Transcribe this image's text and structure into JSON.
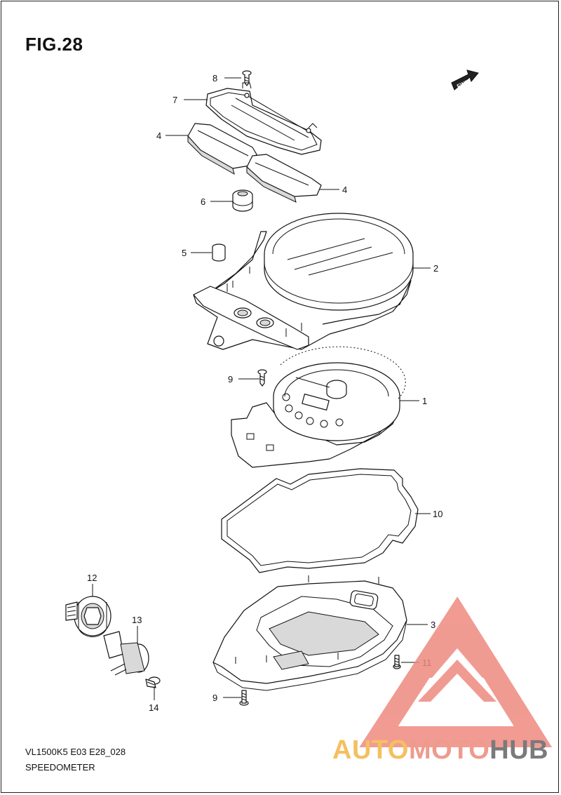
{
  "figure": {
    "title": "FIG.28"
  },
  "footer": {
    "model_code": "VL1500K5 E03 E28_028",
    "part_name": "SPEEDOMETER"
  },
  "fwd_badge": {
    "label": "FWD"
  },
  "callouts": [
    {
      "id": "c8",
      "label": "8"
    },
    {
      "id": "c7",
      "label": "7"
    },
    {
      "id": "c4a",
      "label": "4"
    },
    {
      "id": "c4b",
      "label": "4"
    },
    {
      "id": "c6",
      "label": "6"
    },
    {
      "id": "c5",
      "label": "5"
    },
    {
      "id": "c2",
      "label": "2"
    },
    {
      "id": "c9a",
      "label": "9"
    },
    {
      "id": "c1",
      "label": "1"
    },
    {
      "id": "c10",
      "label": "10"
    },
    {
      "id": "c12",
      "label": "12"
    },
    {
      "id": "c13",
      "label": "13"
    },
    {
      "id": "c3",
      "label": "3"
    },
    {
      "id": "c11",
      "label": "11"
    },
    {
      "id": "c9b",
      "label": "9"
    },
    {
      "id": "c14",
      "label": "14"
    }
  ],
  "watermark": {
    "brand_part1": "AUTO",
    "brand_part2": "MOTO",
    "brand_part3": "HUB",
    "colors": {
      "part1": "#f4c060",
      "part2": "#ee9b8e",
      "part3": "#7a7a7a",
      "triangle": "#ee8a80"
    }
  }
}
